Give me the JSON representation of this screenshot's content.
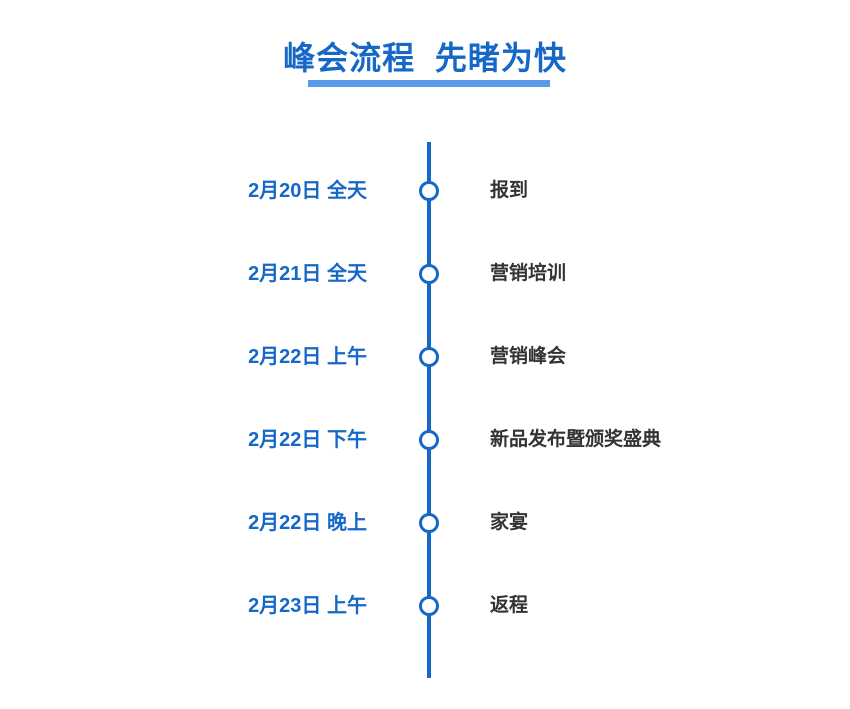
{
  "header": {
    "title": "峰会流程  先睹为快",
    "title_color": "#1668c8",
    "underline_color": "#5b9be8"
  },
  "timeline": {
    "axis_color": "#1668c8",
    "marker_icon": "circle-outline-icon",
    "marker_color": "#1668c8",
    "label_color": "#333333",
    "items": [
      {
        "date": "2月20日 全天",
        "label": "报到"
      },
      {
        "date": "2月21日 全天",
        "label": "营销培训"
      },
      {
        "date": "2月22日 上午",
        "label": "营销峰会"
      },
      {
        "date": "2月22日 下午",
        "label": "新品发布暨颁奖盛典"
      },
      {
        "date": "2月22日 晚上",
        "label": "家宴"
      },
      {
        "date": "2月23日 上午",
        "label": "返程"
      }
    ]
  }
}
